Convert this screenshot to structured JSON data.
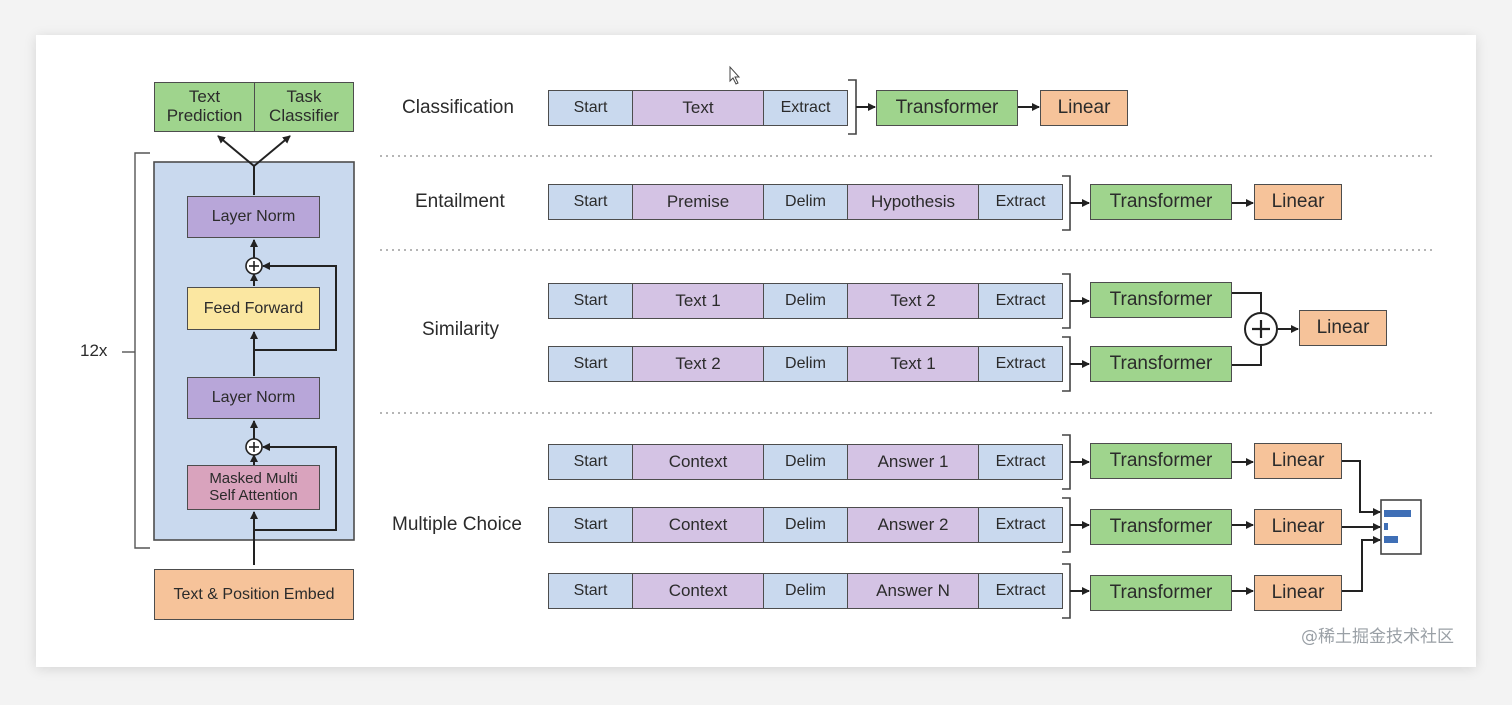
{
  "left_model": {
    "outputs": [
      "Text\nPrediction",
      "Task\nClassifier"
    ],
    "repeat_label": "12x",
    "blocks": [
      "Layer Norm",
      "Feed Forward",
      "Layer Norm",
      "Masked Multi\nSelf Attention"
    ],
    "embed": "Text & Position Embed"
  },
  "tasks": [
    {
      "name": "Classification",
      "rows": [
        [
          "Start",
          "Text",
          "Extract"
        ]
      ],
      "heads": [
        "Transformer"
      ],
      "out": "Linear"
    },
    {
      "name": "Entailment",
      "rows": [
        [
          "Start",
          "Premise",
          "Delim",
          "Hypothesis",
          "Extract"
        ]
      ],
      "heads": [
        "Transformer"
      ],
      "out": "Linear"
    },
    {
      "name": "Similarity",
      "rows": [
        [
          "Start",
          "Text 1",
          "Delim",
          "Text 2",
          "Extract"
        ],
        [
          "Start",
          "Text 2",
          "Delim",
          "Text 1",
          "Extract"
        ]
      ],
      "heads": [
        "Transformer",
        "Transformer"
      ],
      "out": "Linear"
    },
    {
      "name": "Multiple Choice",
      "rows": [
        [
          "Start",
          "Context",
          "Delim",
          "Answer 1",
          "Extract"
        ],
        [
          "Start",
          "Context",
          "Delim",
          "Answer 2",
          "Extract"
        ],
        [
          "Start",
          "Context",
          "Delim",
          "Answer N",
          "Extract"
        ]
      ],
      "heads": [
        "Transformer",
        "Transformer",
        "Transformer"
      ],
      "out": "Linear"
    }
  ],
  "colors": {
    "blue": "#c9d9ee",
    "purple": "#d4c3e4",
    "green": "#9fd48d",
    "orange": "#f6c39a",
    "yellow": "#fbe7a1",
    "layer_norm": "#b8a6d9",
    "attention": "#d9a3bd",
    "model_bg": "#c9d9ee"
  },
  "icons": [
    "plus-circle-icon",
    "softmax-bars-icon",
    "cursor-icon"
  ],
  "watermark": "@稀土掘金技术社区"
}
